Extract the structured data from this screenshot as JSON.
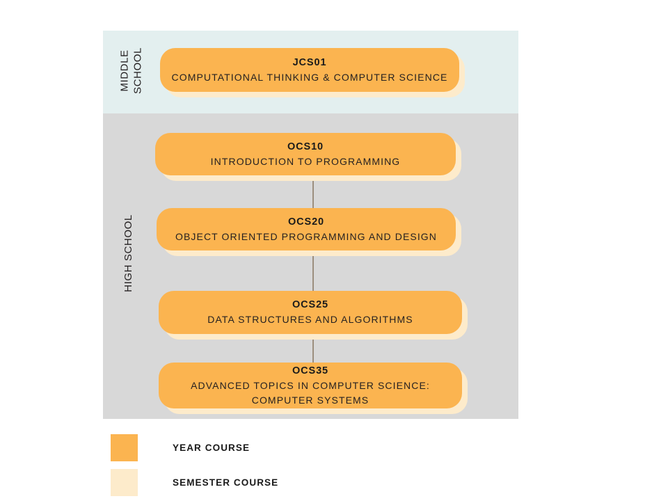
{
  "colors": {
    "middle_school_band": "#E3EFEF",
    "high_school_band": "#D8D8D8",
    "year_course": "#FBB450",
    "semester_course": "#FDEBCB",
    "connector_line": "#9C8E7E",
    "text": "#231f20",
    "page_background": "#FFFFFF"
  },
  "sections": [
    {
      "label": "MIDDLE\nSCHOOL",
      "label_line1": "MIDDLE",
      "label_line2": "SCHOOL"
    },
    {
      "label": "HIGH SCHOOL"
    }
  ],
  "courses": [
    {
      "code": "JCS01",
      "title": "COMPUTATIONAL THINKING & COMPUTER SCIENCE",
      "type": "year",
      "section": "MIDDLE SCHOOL"
    },
    {
      "code": "OCS10",
      "title": "INTRODUCTION TO PROGRAMMING",
      "type": "year",
      "section": "HIGH SCHOOL"
    },
    {
      "code": "OCS20",
      "title": "OBJECT ORIENTED PROGRAMMING AND DESIGN",
      "type": "year",
      "section": "HIGH SCHOOL"
    },
    {
      "code": "OCS25",
      "title": "DATA STRUCTURES AND ALGORITHMS",
      "type": "year",
      "section": "HIGH SCHOOL"
    },
    {
      "code": "OCS35",
      "title": "ADVANCED TOPICS IN COMPUTER SCIENCE: COMPUTER SYSTEMS",
      "type": "year",
      "section": "HIGH SCHOOL"
    }
  ],
  "legend": {
    "items": [
      {
        "swatch": "year-course-swatch",
        "label": "YEAR COURSE"
      },
      {
        "swatch": "semester-course-swatch",
        "label": "SEMESTER COURSE"
      }
    ]
  }
}
